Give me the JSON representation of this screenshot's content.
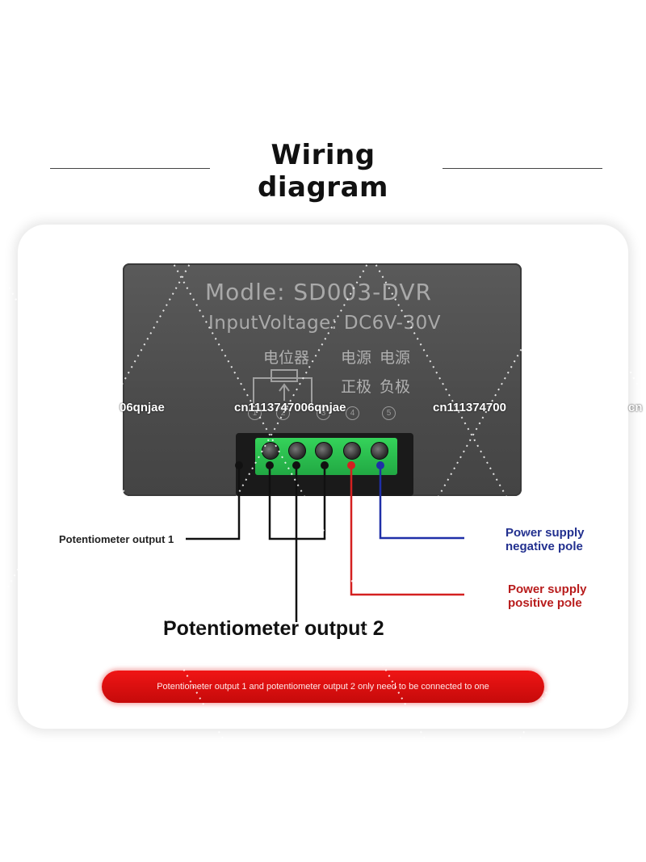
{
  "title": {
    "line1": "Wiring",
    "line2": "diagram"
  },
  "device": {
    "model": "Modle: SD003-DVR",
    "input_voltage": "InputVoltage: DC6V-30V",
    "label_potentiometer": "电位器",
    "label_power_left": "电源",
    "label_power_right": "电源",
    "label_positive": "正极",
    "label_negative": "负极",
    "terminal_numbers": [
      "1",
      "2",
      "3",
      "4",
      "5"
    ]
  },
  "labels": {
    "potentiometer_output_1": "Potentiometer output 1",
    "potentiometer_output_2": "Potentiometer output 2",
    "power_negative_line1": "Power supply",
    "power_negative_line2": "negative pole",
    "power_positive_line1": "Power supply",
    "power_positive_line2": "positive pole"
  },
  "banner_note": "Potentiometer output 1 and potentiometer output 2 only need to be connected to one",
  "watermarks": [
    "06qnjae",
    "cn1113747006qnjae",
    "cn111374700",
    "cn"
  ],
  "colors": {
    "wire_black": "#111111",
    "wire_red": "#d42020",
    "wire_blue": "#1f2fa8",
    "banner_red": "#e01010",
    "terminal_green": "#2cc24d",
    "negative_text": "#22308f",
    "positive_text": "#b81c1c"
  }
}
